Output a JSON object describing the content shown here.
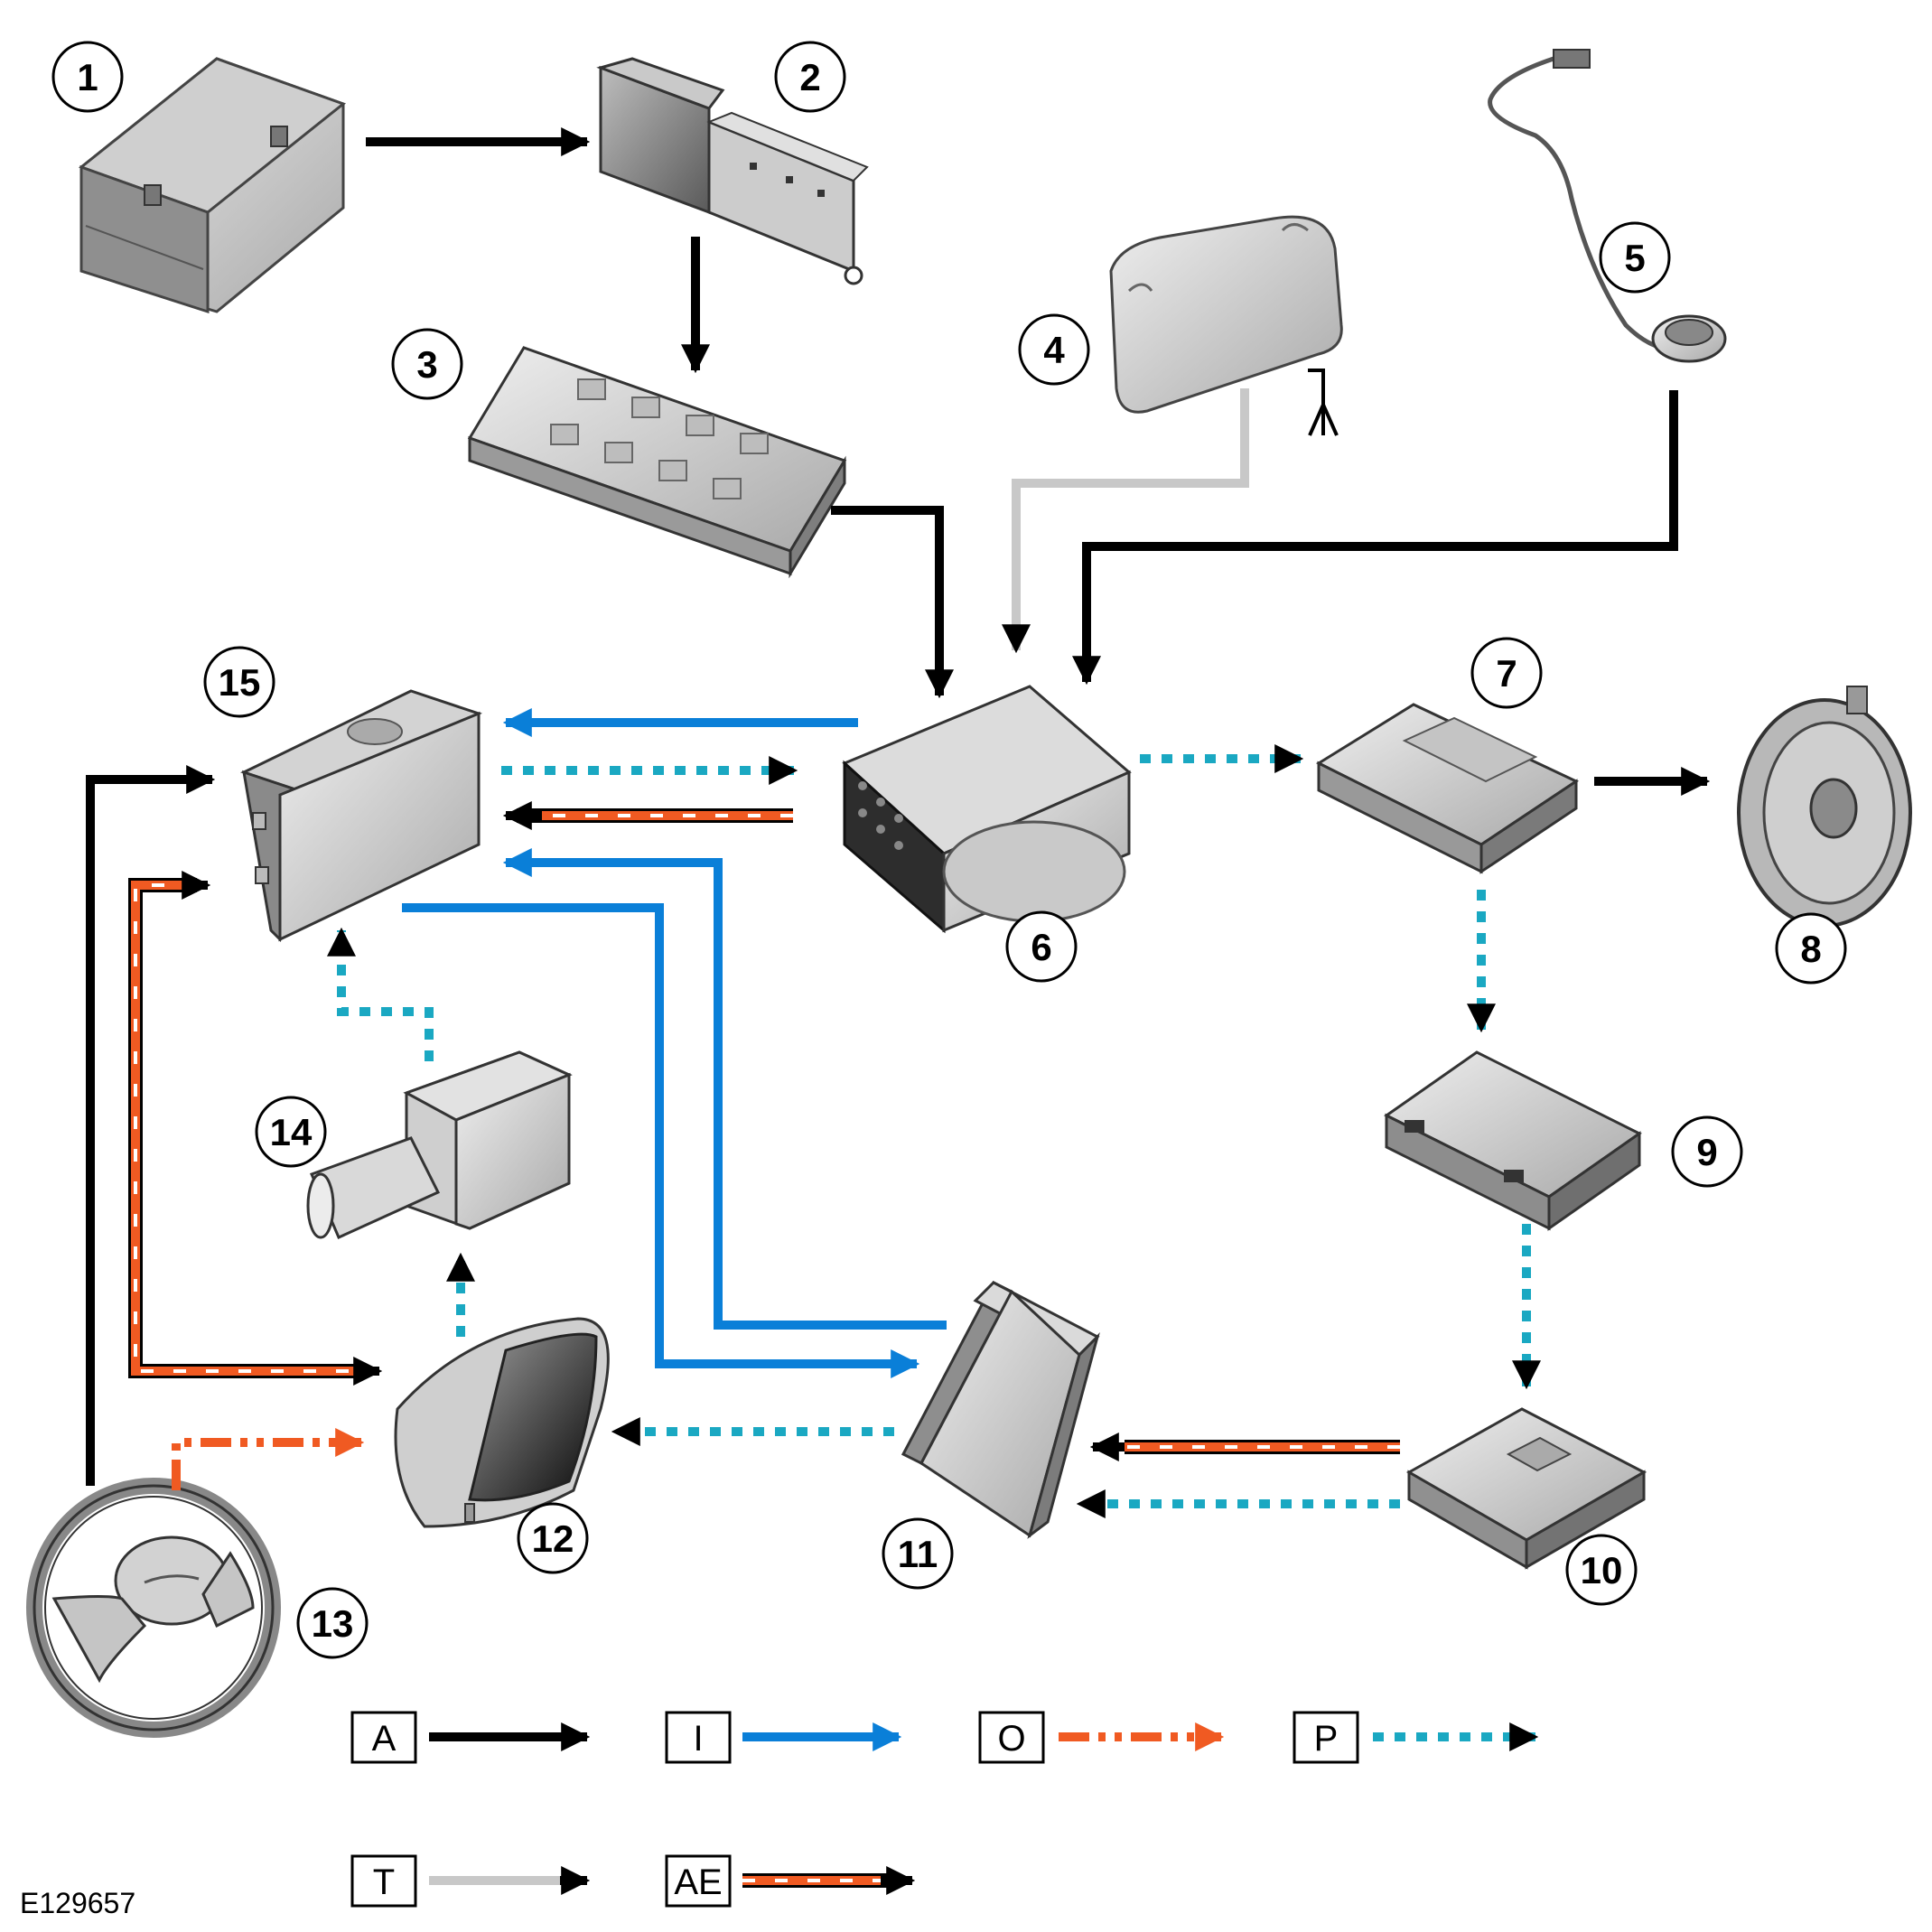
{
  "reference_id": "E129657",
  "colors": {
    "A": "#000000",
    "I": "#0a7fd8",
    "O": "#f05a22",
    "P": "#1aa8c2",
    "T": "#c8c8c8",
    "AE": "#f05a22",
    "component_fill": "#d6d6d6",
    "component_stroke": "#444444"
  },
  "components": [
    {
      "id": "1",
      "label": "1",
      "icon": "battery-icon"
    },
    {
      "id": "2",
      "label": "2",
      "icon": "battery-junction-box-icon"
    },
    {
      "id": "3",
      "label": "3",
      "icon": "fuse-box-icon"
    },
    {
      "id": "4",
      "label": "4",
      "icon": "antenna-module-icon"
    },
    {
      "id": "5",
      "label": "5",
      "icon": "microphone-harness-icon"
    },
    {
      "id": "6",
      "label": "6",
      "icon": "audio-head-unit-icon"
    },
    {
      "id": "7",
      "label": "7",
      "icon": "amplifier-icon"
    },
    {
      "id": "8",
      "label": "8",
      "icon": "speaker-icon"
    },
    {
      "id": "9",
      "label": "9",
      "icon": "module-icon"
    },
    {
      "id": "10",
      "label": "10",
      "icon": "module-icon"
    },
    {
      "id": "11",
      "label": "11",
      "icon": "control-module-icon"
    },
    {
      "id": "12",
      "label": "12",
      "icon": "instrument-cluster-icon"
    },
    {
      "id": "13",
      "label": "13",
      "icon": "steering-wheel-icon"
    },
    {
      "id": "14",
      "label": "14",
      "icon": "usb-connector-icon"
    },
    {
      "id": "15",
      "label": "15",
      "icon": "display-module-icon"
    }
  ],
  "connections": [
    {
      "from": "1",
      "to": "2",
      "type": "A"
    },
    {
      "from": "2",
      "to": "3",
      "type": "A"
    },
    {
      "from": "3",
      "to": "6",
      "type": "A"
    },
    {
      "from": "4",
      "to": "6",
      "type": "T"
    },
    {
      "from": "5",
      "to": "6",
      "type": "A"
    },
    {
      "from": "6",
      "to": "15",
      "type": "I"
    },
    {
      "from": "15",
      "to": "6",
      "type": "P"
    },
    {
      "from": "6",
      "to": "15",
      "type": "AE"
    },
    {
      "from": "6",
      "to": "7",
      "type": "P"
    },
    {
      "from": "7",
      "to": "8",
      "type": "A"
    },
    {
      "from": "7",
      "to": "9",
      "type": "P"
    },
    {
      "from": "9",
      "to": "10",
      "type": "P"
    },
    {
      "from": "10",
      "to": "11",
      "type": "AE"
    },
    {
      "from": "10",
      "to": "11",
      "type": "P"
    },
    {
      "from": "11",
      "to": "15",
      "type": "I"
    },
    {
      "from": "15",
      "to": "11",
      "type": "I"
    },
    {
      "from": "11",
      "to": "12",
      "type": "P"
    },
    {
      "from": "12",
      "to": "14",
      "type": "P"
    },
    {
      "from": "14",
      "to": "15",
      "type": "P"
    },
    {
      "from": "13",
      "to": "15",
      "type": "A"
    },
    {
      "from": "15",
      "to": "12",
      "type": "AE"
    },
    {
      "from": "13",
      "to": "12",
      "type": "O"
    }
  ],
  "legend": [
    {
      "key": "A",
      "label": "A"
    },
    {
      "key": "I",
      "label": "I"
    },
    {
      "key": "O",
      "label": "O"
    },
    {
      "key": "P",
      "label": "P"
    },
    {
      "key": "T",
      "label": "T"
    },
    {
      "key": "AE",
      "label": "AE"
    }
  ]
}
